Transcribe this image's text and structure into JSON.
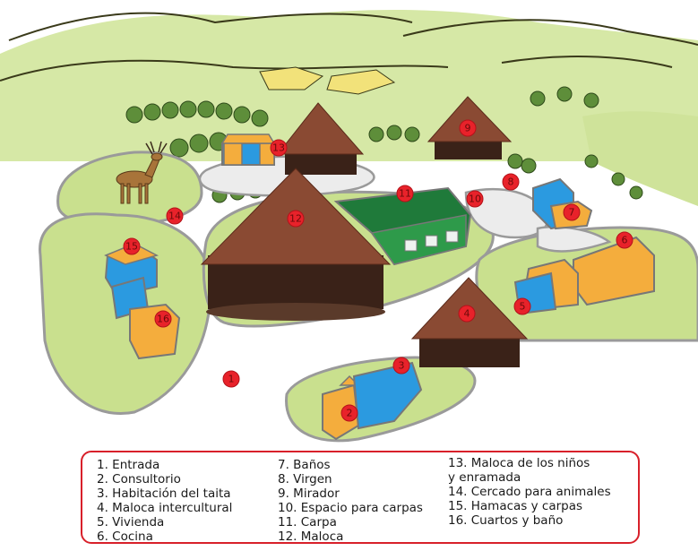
{
  "markers": [
    {
      "num": "1",
      "label": "Entrada"
    },
    {
      "num": "2",
      "label": "Consultorio"
    },
    {
      "num": "3",
      "label": "Habitación del taita"
    },
    {
      "num": "4",
      "label": "Maloca intercultural"
    },
    {
      "num": "5",
      "label": "Vivienda"
    },
    {
      "num": "6",
      "label": "Cocina"
    },
    {
      "num": "7",
      "label": "Baños"
    },
    {
      "num": "8",
      "label": "Virgen"
    },
    {
      "num": "9",
      "label": "Mirador"
    },
    {
      "num": "10",
      "label": "Espacio para carpas"
    },
    {
      "num": "11",
      "label": "Carpa"
    },
    {
      "num": "12",
      "label": "Maloca"
    },
    {
      "num": "13",
      "label": "Maloca de los niños y enramada"
    },
    {
      "num": "14",
      "label": "Cercado para animales"
    },
    {
      "num": "15",
      "label": "Hamacas y carpas"
    },
    {
      "num": "16",
      "label": "Cuartos y baño"
    }
  ],
  "legend": {
    "col1": [
      "1. Entrada",
      "2. Consultorio",
      "3. Habitación del taita",
      "4. Maloca intercultural",
      "5. Vivienda",
      "6. Cocina"
    ],
    "col2": [
      "7. Baños",
      "8. Virgen",
      "9. Mirador",
      "10. Espacio para carpas",
      "11. Carpa",
      "12. Maloca"
    ],
    "col3": [
      "13. Maloca de los niños",
      "y enramada",
      "14. Cercado para animales",
      "15. Hamacas y carpas",
      "16. Cuartos y baño"
    ]
  },
  "colors": {
    "marker": "#e8222a",
    "legend_border": "#d8202a",
    "grass": "#c9e08e",
    "path": "#e9e9e9",
    "thatch": "#8a4a33",
    "building_orange": "#f4ad3d",
    "building_blue": "#2b9ae0",
    "tent_green": "#1f7a3a"
  }
}
